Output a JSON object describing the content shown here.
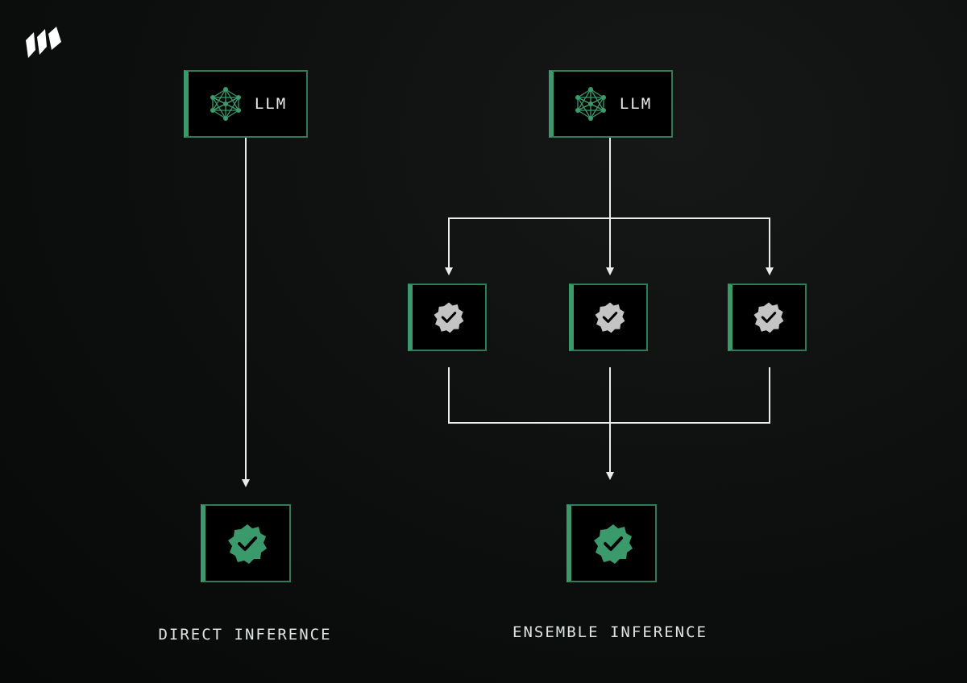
{
  "logo": {
    "icon": "flag-logo-icon",
    "color": "#ffffff"
  },
  "colors": {
    "accent": "#3a9a6c",
    "border": "#2f7a57",
    "wire": "#e9ecea",
    "badge_gray": "#c4c4c4",
    "background": "#0d0f0f"
  },
  "direct": {
    "llm": {
      "label": "LLM",
      "icon": "neural-network-icon"
    },
    "output": {
      "icon": "verified-badge-icon"
    },
    "caption": "DIRECT INFERENCE"
  },
  "ensemble": {
    "llm": {
      "label": "LLM",
      "icon": "neural-network-icon"
    },
    "intermediates": [
      {
        "icon": "verified-badge-icon"
      },
      {
        "icon": "verified-badge-icon"
      },
      {
        "icon": "verified-badge-icon"
      }
    ],
    "output": {
      "icon": "verified-badge-icon"
    },
    "caption": "ENSEMBLE INFERENCE"
  }
}
